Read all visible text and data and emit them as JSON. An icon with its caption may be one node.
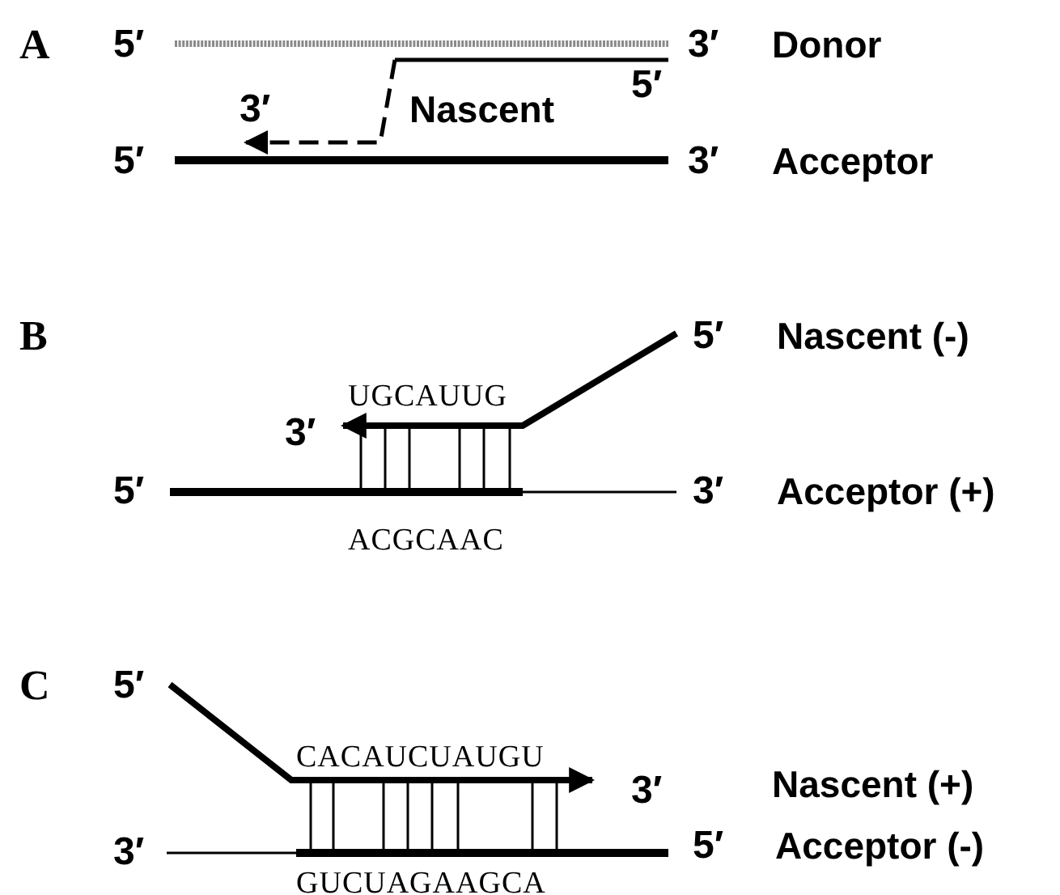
{
  "diagram": {
    "labels": [
      "A",
      "5′",
      "3′",
      "Donor",
      "5′",
      "3′",
      "Nascent",
      "5′",
      "3′",
      "Acceptor",
      "B",
      "5′",
      "Nascent (-)",
      "UGCAUUG",
      "3′",
      "5′",
      "3′",
      "Acceptor (+)",
      "ACGCAAC",
      "C",
      "5′",
      "CACAUCUAUGU",
      "3′",
      "Nascent (+)",
      "3′",
      "5′",
      "Acceptor (-)",
      "GUCUAGAAGCA"
    ]
  }
}
